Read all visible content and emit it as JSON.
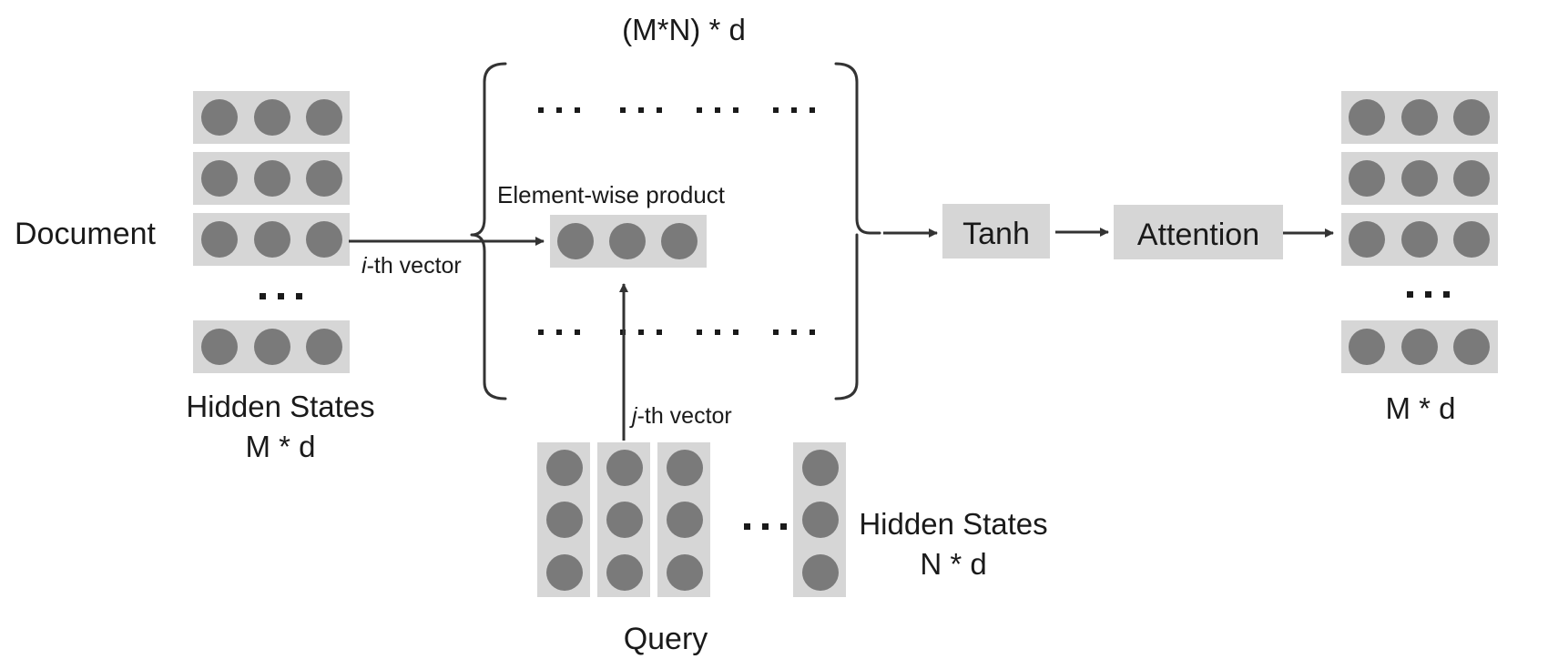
{
  "colors": {
    "cell_background": "#d6d6d6",
    "node": "#7a7a7a",
    "arrow": "#333333",
    "text": "#1a1a1a"
  },
  "document": {
    "label": "Document",
    "caption_line1": "Hidden States",
    "caption_line2": "M * d"
  },
  "matrix": {
    "top_label": "(M*N) * d",
    "product_label": "Element-wise product"
  },
  "arrows": {
    "row_label_italic": "i",
    "row_label_rest": "-th vector",
    "col_label_italic": "j",
    "col_label_rest": "-th vector"
  },
  "query": {
    "label": "Query",
    "caption_line1": "Hidden States",
    "caption_line2": "N * d"
  },
  "ops": {
    "tanh": "Tanh",
    "attention": "Attention"
  },
  "output": {
    "caption": "M * d"
  }
}
